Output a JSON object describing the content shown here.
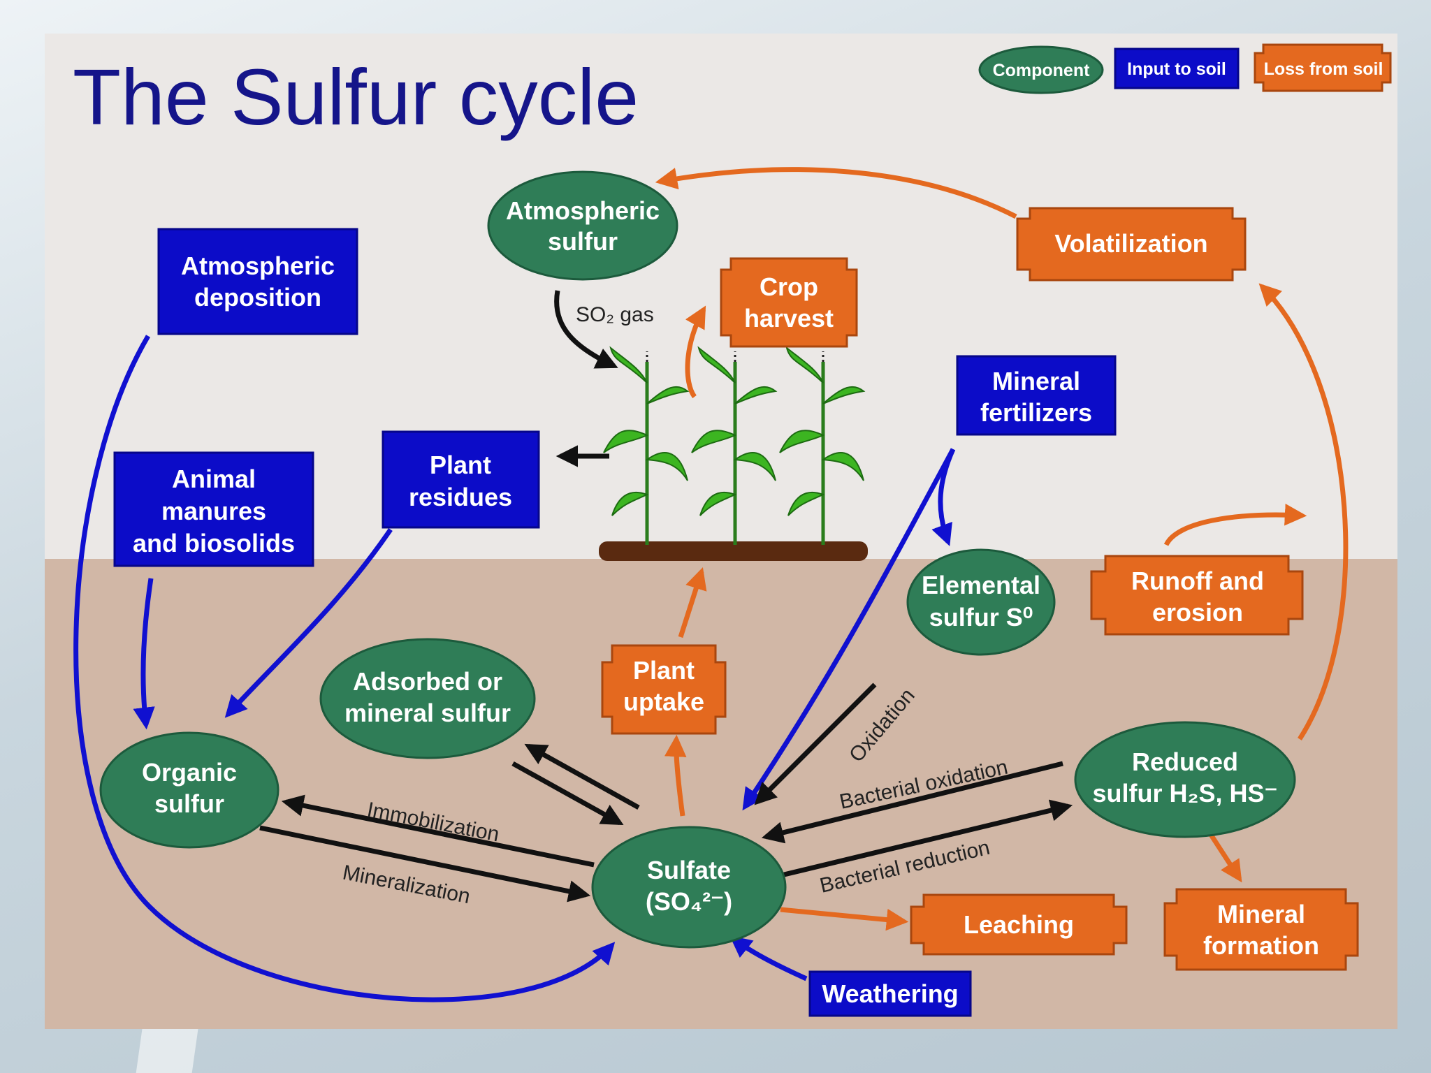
{
  "title": "The Sulfur cycle",
  "legend": {
    "component": "Component",
    "input": "Input to soil",
    "loss": "Loss from soil"
  },
  "colors": {
    "component": "#2f7d57",
    "input": "#0c0cc8",
    "loss": "#e4691f",
    "arrow_black": "#111111",
    "sky": "#ebe8e6",
    "soil": "#d1b7a6",
    "plant": "#3cb521"
  },
  "nodes": {
    "atmospheric_sulfur": [
      "Atmospheric",
      "sulfur"
    ],
    "atmospheric_deposition": [
      "Atmospheric",
      "deposition"
    ],
    "crop_harvest": [
      "Crop",
      "harvest"
    ],
    "volatilization": [
      "Volatilization"
    ],
    "mineral_fertilizers": [
      "Mineral",
      "fertilizers"
    ],
    "animal_manures": [
      "Animal",
      "manures",
      "and biosolids"
    ],
    "plant_residues": [
      "Plant",
      "residues"
    ],
    "elemental_sulfur": [
      "Elemental",
      "sulfur S⁰"
    ],
    "runoff_erosion": [
      "Runoff and",
      "erosion"
    ],
    "adsorbed_mineral": [
      "Adsorbed or",
      "mineral sulfur"
    ],
    "plant_uptake": [
      "Plant",
      "uptake"
    ],
    "organic_sulfur": [
      "Organic",
      "sulfur"
    ],
    "reduced_sulfur": [
      "Reduced",
      "sulfur H₂S, HS⁻"
    ],
    "sulfate": [
      "Sulfate",
      "(SO₄²⁻)"
    ],
    "leaching": [
      "Leaching"
    ],
    "mineral_formation": [
      "Mineral",
      "formation"
    ],
    "weathering": [
      "Weathering"
    ]
  },
  "labels": {
    "so2_gas": "SO₂ gas",
    "immobilization": "Immobilization",
    "mineralization": "Mineralization",
    "oxidation": "Oxidation",
    "bacterial_oxidation": "Bacterial oxidation",
    "bacterial_reduction": "Bacterial reduction"
  }
}
